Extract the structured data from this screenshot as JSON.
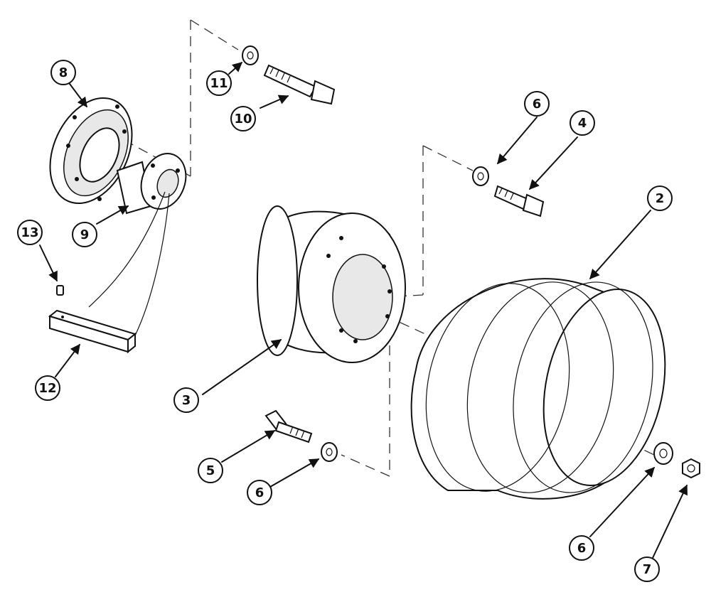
{
  "callouts": {
    "c2": "2",
    "c3": "3",
    "c4": "4",
    "c5": "5",
    "c6a": "6",
    "c6b": "6",
    "c6c": "6",
    "c7": "7",
    "c8": "8",
    "c9": "9",
    "c10": "10",
    "c11": "11",
    "c12": "12",
    "c13": "13"
  }
}
